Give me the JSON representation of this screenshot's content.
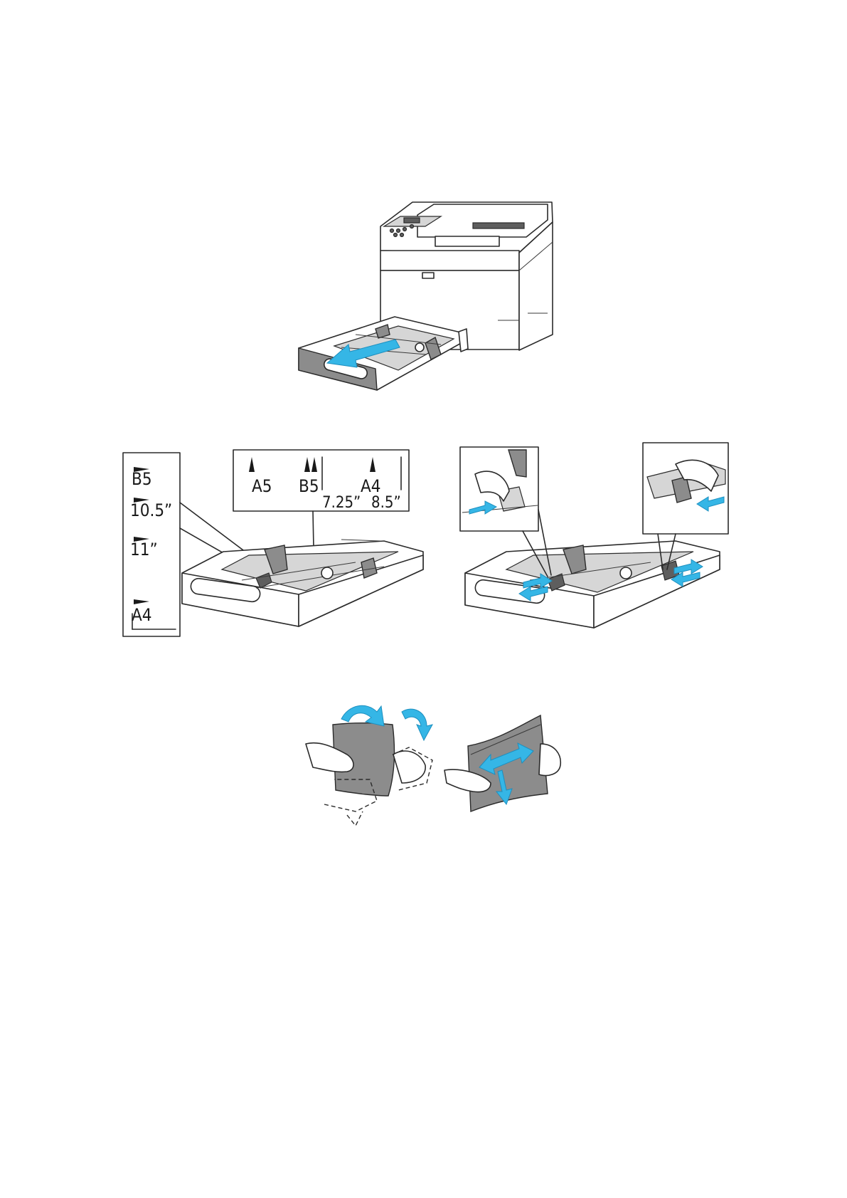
{
  "figures": {
    "step1": {
      "name": "printer-tray-pull-out"
    },
    "step2": {
      "width_scale": {
        "labels": [
          "B5",
          "10.5”",
          "11”",
          "A4"
        ]
      },
      "length_scale": {
        "top_labels": [
          "A5",
          "B5",
          "A4"
        ],
        "bottom_labels": [
          "7.25”",
          "8.5”"
        ]
      }
    },
    "step3": {
      "name": "squeeze-guides"
    },
    "step4": {
      "name": "flex-and-fan-paper"
    }
  },
  "colors": {
    "arrow": "#35b6e6",
    "gray": "#8c8c8c",
    "line": "#2b2b2b"
  }
}
